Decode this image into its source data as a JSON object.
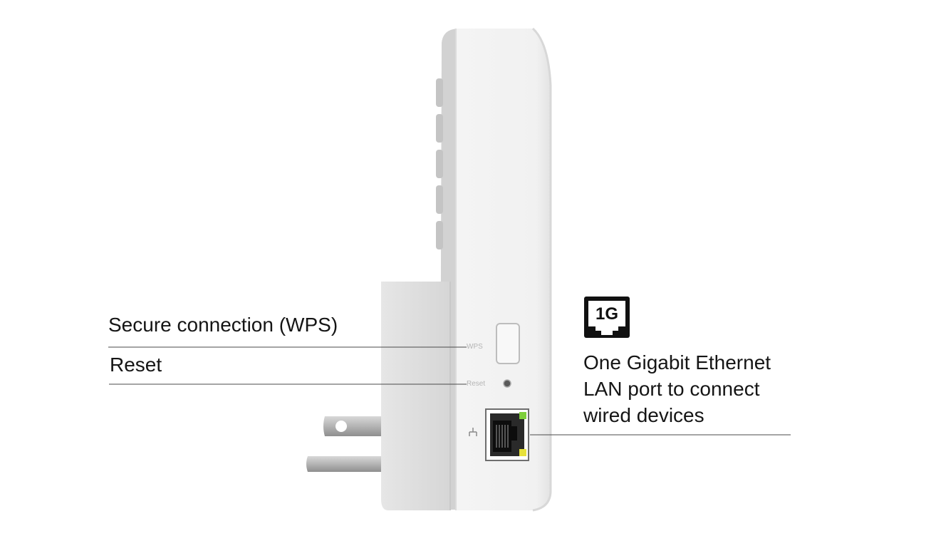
{
  "labels": {
    "wps": "Secure connection (WPS)",
    "reset": "Reset"
  },
  "device": {
    "wps_silk": "WPS",
    "reset_silk": "Reset"
  },
  "badge": {
    "text": "1G",
    "icon": "ethernet-port-icon"
  },
  "callout": {
    "line1": "One Gigabit Ethernet",
    "line2": "LAN port to connect",
    "line3": "wired devices"
  },
  "colors": {
    "body": "#f1f1f1",
    "led_green": "#7ecf3a",
    "led_yellow": "#e7e13a",
    "badge": "#111111"
  }
}
